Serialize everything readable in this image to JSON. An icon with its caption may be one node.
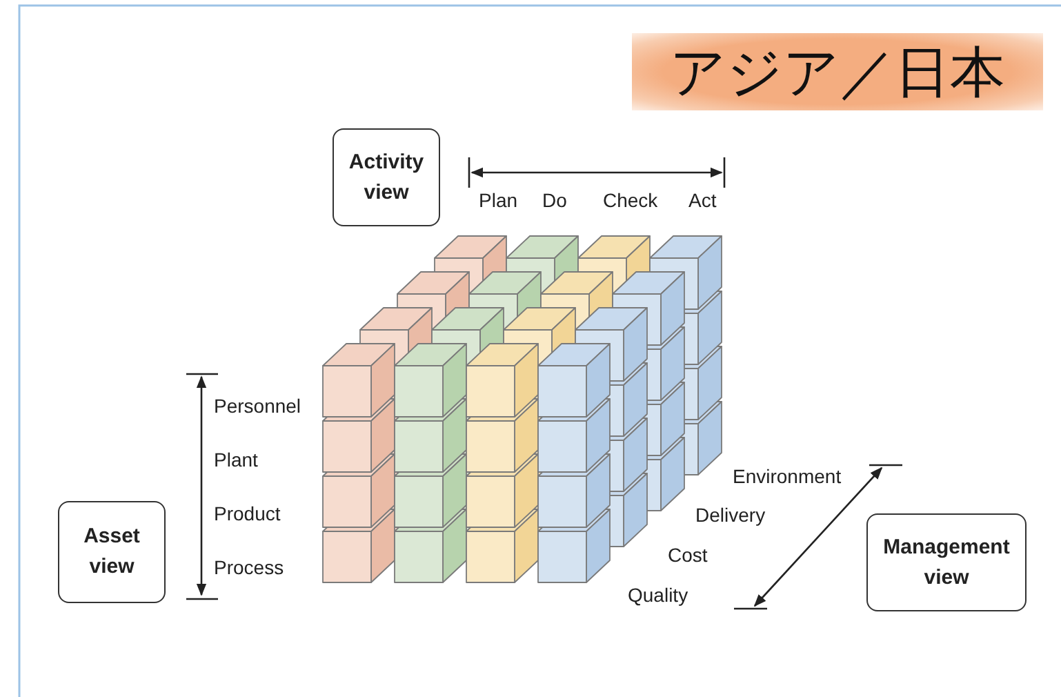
{
  "diagram": {
    "title": "アジア／日本",
    "nodes": [
      {
        "text": [
          "Activity view"
        ]
      },
      {
        "text": [
          "Asset view"
        ]
      },
      {
        "text": [
          "Management view"
        ]
      }
    ],
    "labels": [
      "Plan",
      "Do",
      "Check",
      "Act",
      "Personnel",
      "Plant",
      "Product",
      "Process",
      "Environment",
      "Delivery",
      "Cost",
      "Quality"
    ]
  }
}
